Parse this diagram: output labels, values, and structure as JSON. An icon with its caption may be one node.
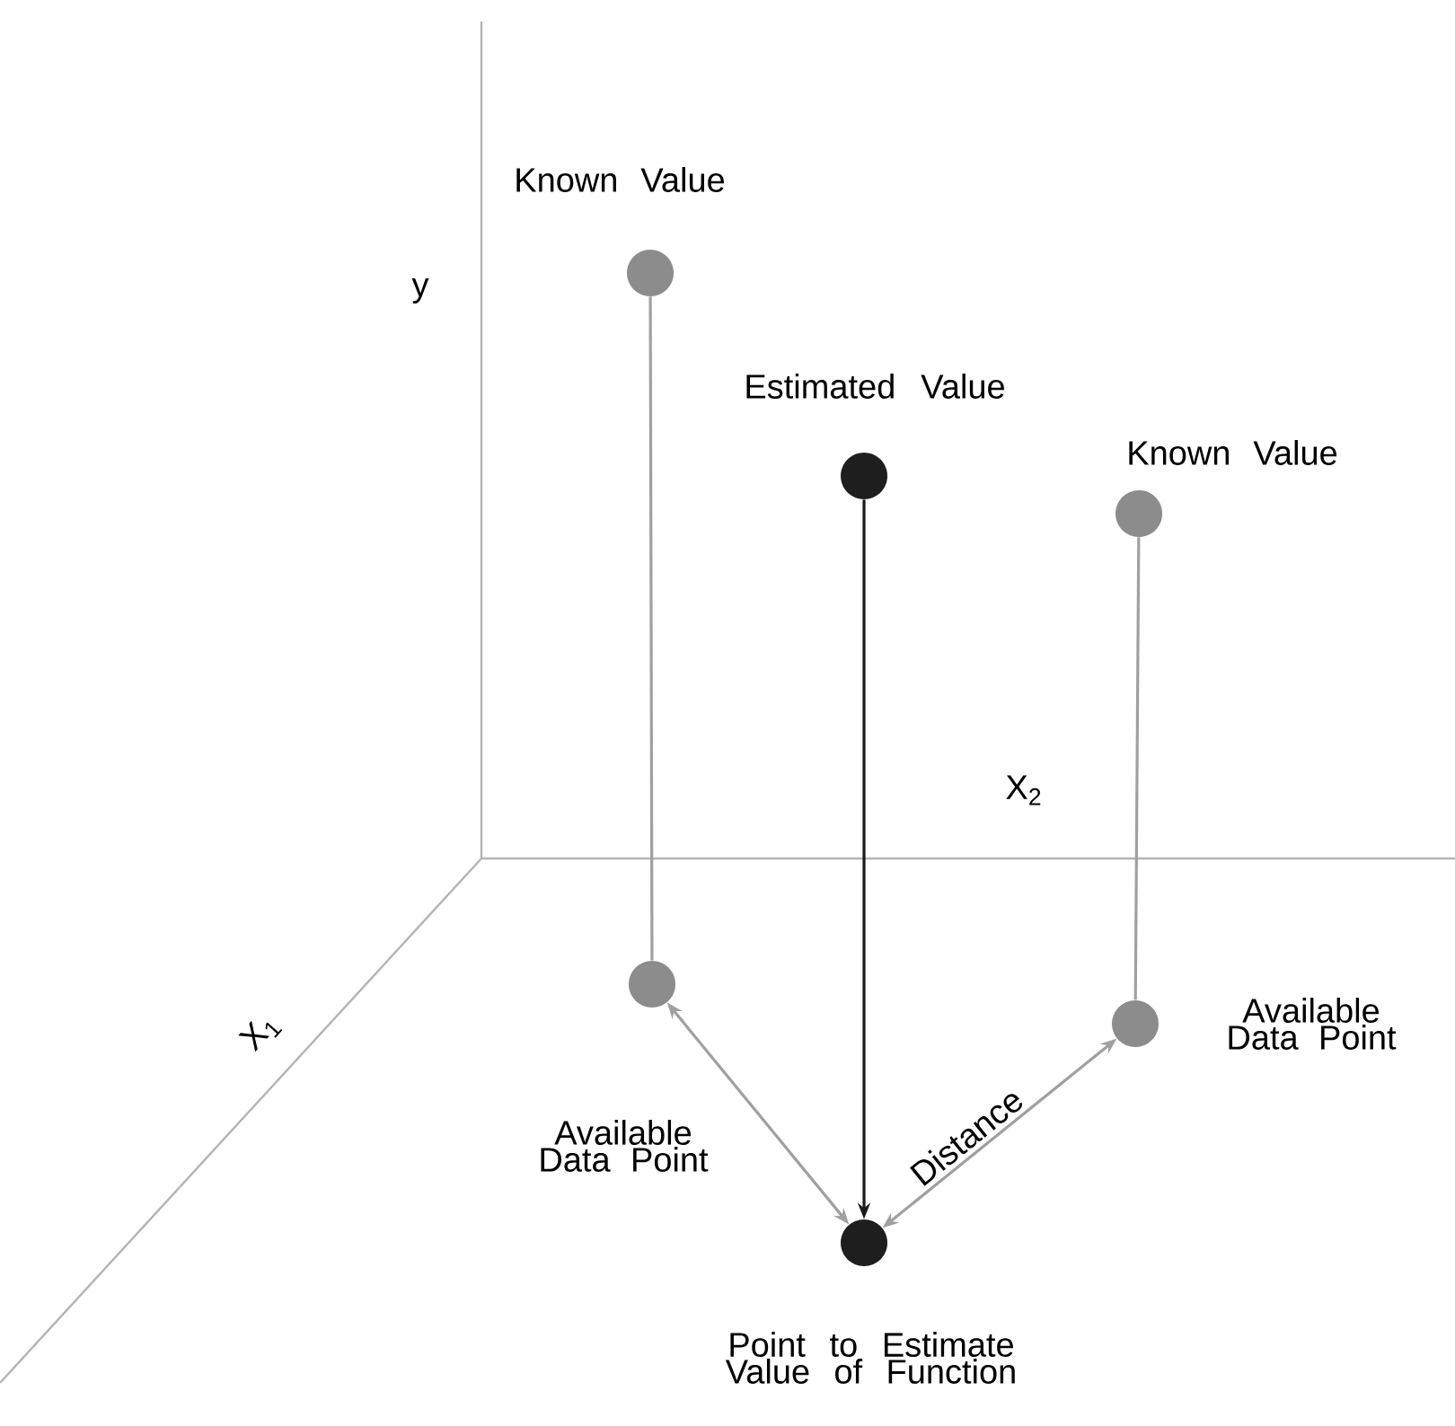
{
  "diagram": {
    "nodes": [
      {
        "text": [],
        "shape": "circle",
        "beside": [
          "Known Value"
        ]
      },
      {
        "text": [],
        "shape": "circle",
        "beside": [
          "Estimated Value"
        ]
      },
      {
        "text": [],
        "shape": "circle",
        "beside": [
          "Known Value"
        ]
      },
      {
        "text": [],
        "shape": "circle",
        "beside": [
          "Available Data Point"
        ]
      },
      {
        "text": [],
        "shape": "circle",
        "beside": [
          "Available Data Point"
        ]
      },
      {
        "text": [],
        "shape": "circle",
        "beside": [
          "Point to Estimate Value of Function"
        ]
      }
    ],
    "edges": [
      {
        "from": 0,
        "to": 3,
        "arrow": "none"
      },
      {
        "from": 1,
        "to": 5,
        "arrow": "to",
        "color": "#1a1a1a"
      },
      {
        "from": 2,
        "to": 4,
        "arrow": "none"
      },
      {
        "from": 5,
        "to": 3,
        "arrow": "both"
      },
      {
        "from": 5,
        "to": 4,
        "arrow": "both",
        "label": "Distance"
      }
    ],
    "labels": [
      "y",
      "X$_{2}$",
      "X$_{1}$"
    ]
  }
}
